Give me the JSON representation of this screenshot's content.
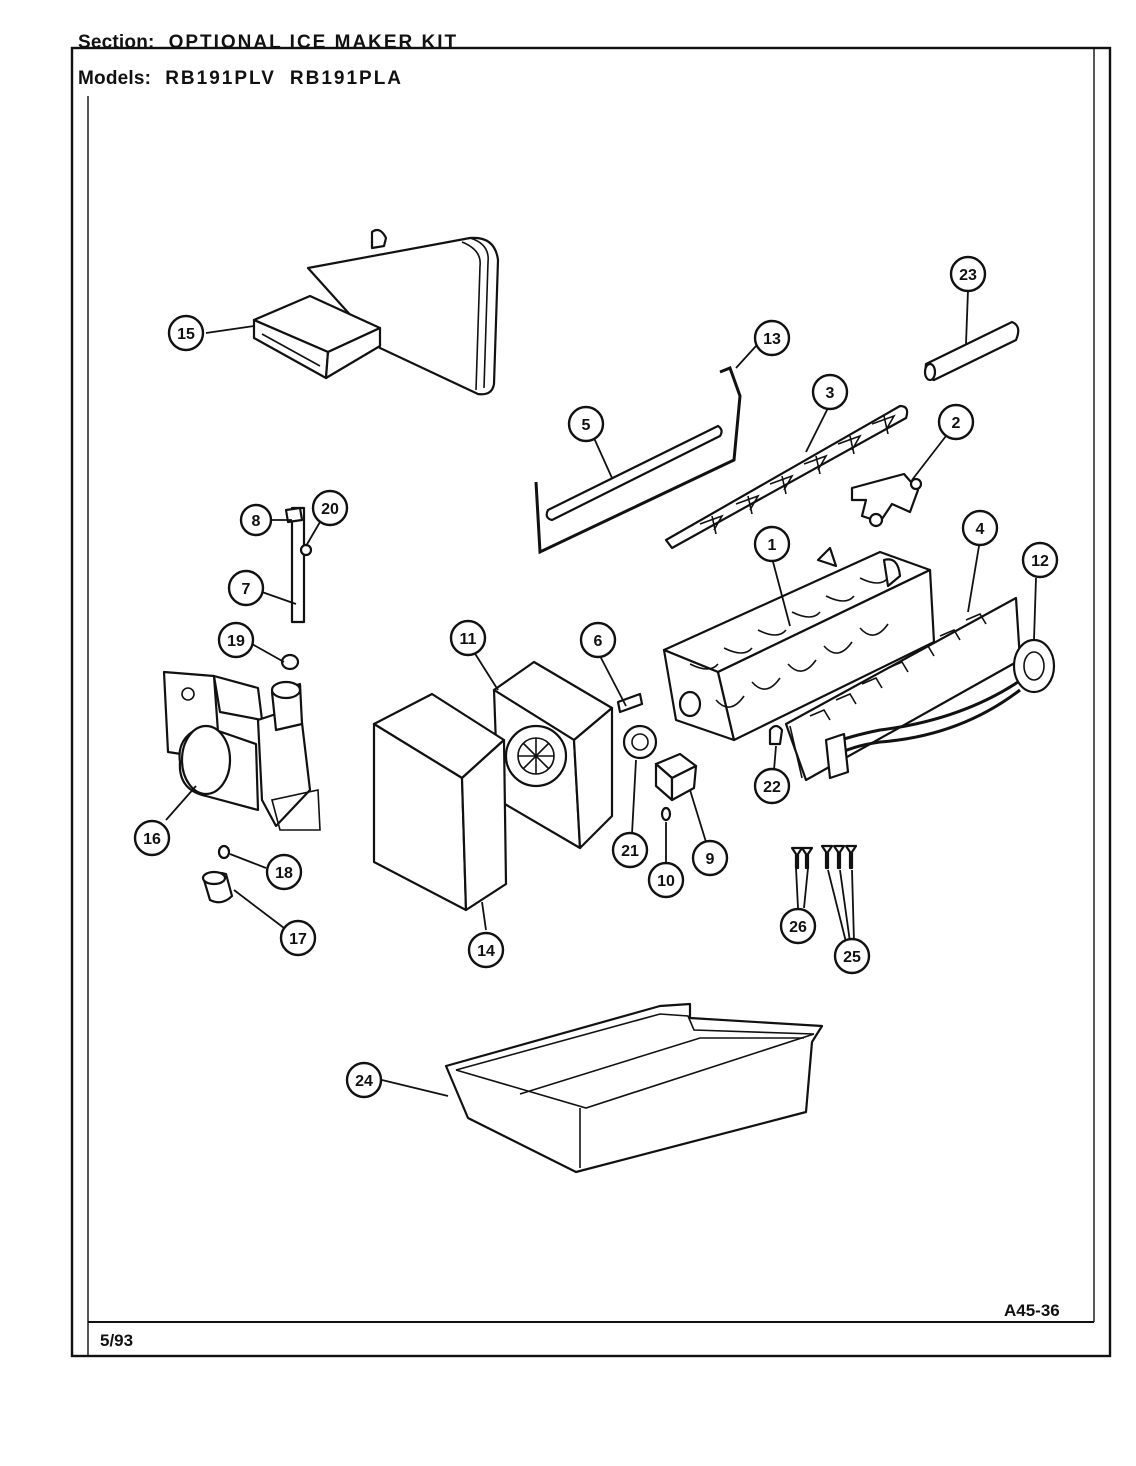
{
  "header": {
    "section_label": "Section:",
    "section_value": "OPTIONAL ICE MAKER KIT",
    "models_label": "Models:",
    "models": [
      "RB191PLV",
      "RB191PLA"
    ]
  },
  "footer": {
    "date": "5/93",
    "code": "A45-36"
  },
  "callouts": [
    "1",
    "2",
    "3",
    "4",
    "5",
    "6",
    "7",
    "8",
    "9",
    "10",
    "11",
    "12",
    "13",
    "14",
    "15",
    "16",
    "17",
    "18",
    "19",
    "20",
    "21",
    "22",
    "23",
    "24",
    "25",
    "26"
  ]
}
